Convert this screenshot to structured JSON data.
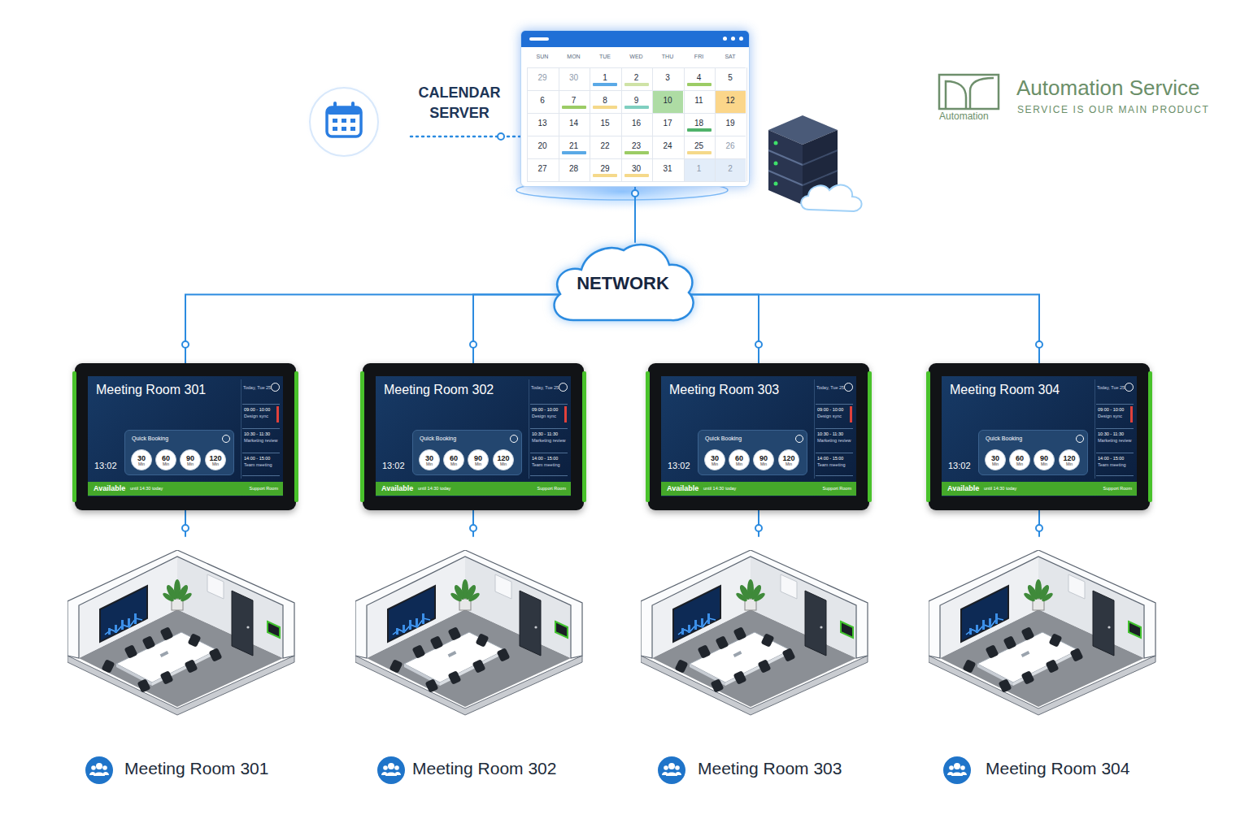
{
  "diagram": {
    "nodes": [
      {
        "text": [
          "CALENDAR SERVER"
        ]
      },
      {
        "text": [
          "SUN",
          "MON",
          "TUE",
          "WED",
          "THU",
          "FRI",
          "SAT",
          "29",
          "30",
          "1",
          "2",
          "3",
          "4",
          "5",
          "6",
          "7",
          "8",
          "9",
          "10",
          "11",
          "12",
          "13",
          "14",
          "15",
          "16",
          "17",
          "18",
          "19",
          "20",
          "21",
          "22",
          "23",
          "24",
          "25",
          "26",
          "27",
          "28",
          "29",
          "30",
          "31",
          "1",
          "2"
        ]
      },
      {
        "text": [
          "NETWORK"
        ]
      },
      {
        "text": [
          "Meeting Room 301",
          "Today, Tue 25",
          "09:00 - 10:00",
          "Design sync",
          "10:30 - 11:30",
          "Marketing review",
          "14:00 - 15:00",
          "Team meeting",
          "13:02",
          "Available",
          "until 14:30 today",
          "Support Room"
        ]
      },
      {
        "text": [
          "Quick Booking"
        ],
        "in": 3
      },
      {
        "text": [
          "30",
          "Min"
        ],
        "in": 4
      },
      {
        "text": [
          "60",
          "Min"
        ],
        "in": 4
      },
      {
        "text": [
          "90",
          "Min"
        ],
        "in": 4
      },
      {
        "text": [
          "120",
          "Min"
        ],
        "in": 4
      },
      {
        "text": [
          "Meeting Room 302",
          "Today, Tue 25",
          "09:00 - 10:00",
          "Design sync",
          "10:30 - 11:30",
          "Marketing review",
          "14:00 - 15:00",
          "Team meeting",
          "13:02",
          "Available",
          "until 14:30 today",
          "Support Room"
        ]
      },
      {
        "text": [
          "Quick Booking"
        ],
        "in": 9
      },
      {
        "text": [
          "30",
          "Min"
        ],
        "in": 10
      },
      {
        "text": [
          "60",
          "Min"
        ],
        "in": 10
      },
      {
        "text": [
          "90",
          "Min"
        ],
        "in": 10
      },
      {
        "text": [
          "120",
          "Min"
        ],
        "in": 10
      },
      {
        "text": [
          "Meeting Room 303",
          "Today, Tue 25",
          "09:00 - 10:00",
          "Design sync",
          "10:30 - 11:30",
          "Marketing review",
          "14:00 - 15:00",
          "Team meeting",
          "13:02",
          "Available",
          "until 14:30 today",
          "Support Room"
        ]
      },
      {
        "text": [
          "Quick Booking"
        ],
        "in": 15
      },
      {
        "text": [
          "30",
          "Min"
        ],
        "in": 16
      },
      {
        "text": [
          "60",
          "Min"
        ],
        "in": 16
      },
      {
        "text": [
          "90",
          "Min"
        ],
        "in": 16
      },
      {
        "text": [
          "120",
          "Min"
        ],
        "in": 16
      },
      {
        "text": [
          "Meeting Room 304",
          "Today, Tue 25",
          "09:00 - 10:00",
          "Design sync",
          "10:30 - 11:30",
          "Marketing review",
          "14:00 - 15:00",
          "Team meeting",
          "13:02",
          "Available",
          "until 14:30 today",
          "Support Room"
        ]
      },
      {
        "text": [
          "Quick Booking"
        ],
        "in": 21
      },
      {
        "text": [
          "30",
          "Min"
        ],
        "in": 22
      },
      {
        "text": [
          "60",
          "Min"
        ],
        "in": 22
      },
      {
        "text": [
          "90",
          "Min"
        ],
        "in": 22
      },
      {
        "text": [
          "120",
          "Min"
        ],
        "in": 22
      },
      {
        "text": [
          "Meeting Room 301"
        ]
      },
      {
        "text": [
          "Meeting Room 302"
        ]
      },
      {
        "text": [
          "Meeting Room 303"
        ]
      },
      {
        "text": [
          "Meeting Room 304"
        ]
      }
    ],
    "edges": [
      {
        "from": 0,
        "to": 1,
        "arrow": "none"
      },
      {
        "from": 1,
        "to": 2,
        "arrow": "none"
      },
      {
        "from": 2,
        "to": 3,
        "arrow": "none"
      },
      {
        "from": 2,
        "to": 9,
        "arrow": "none"
      },
      {
        "from": 2,
        "to": 15,
        "arrow": "none"
      },
      {
        "from": 2,
        "to": 21,
        "arrow": "none"
      },
      {
        "from": 3,
        "to": 27,
        "arrow": "none"
      },
      {
        "from": 9,
        "to": 28,
        "arrow": "none"
      },
      {
        "from": 15,
        "to": 29,
        "arrow": "none"
      },
      {
        "from": 21,
        "to": 30,
        "arrow": "none"
      }
    ],
    "labels": [
      "Automation Service",
      "SERVICE IS OUR MAIN PRODUCT",
      "Automation"
    ]
  }
}
